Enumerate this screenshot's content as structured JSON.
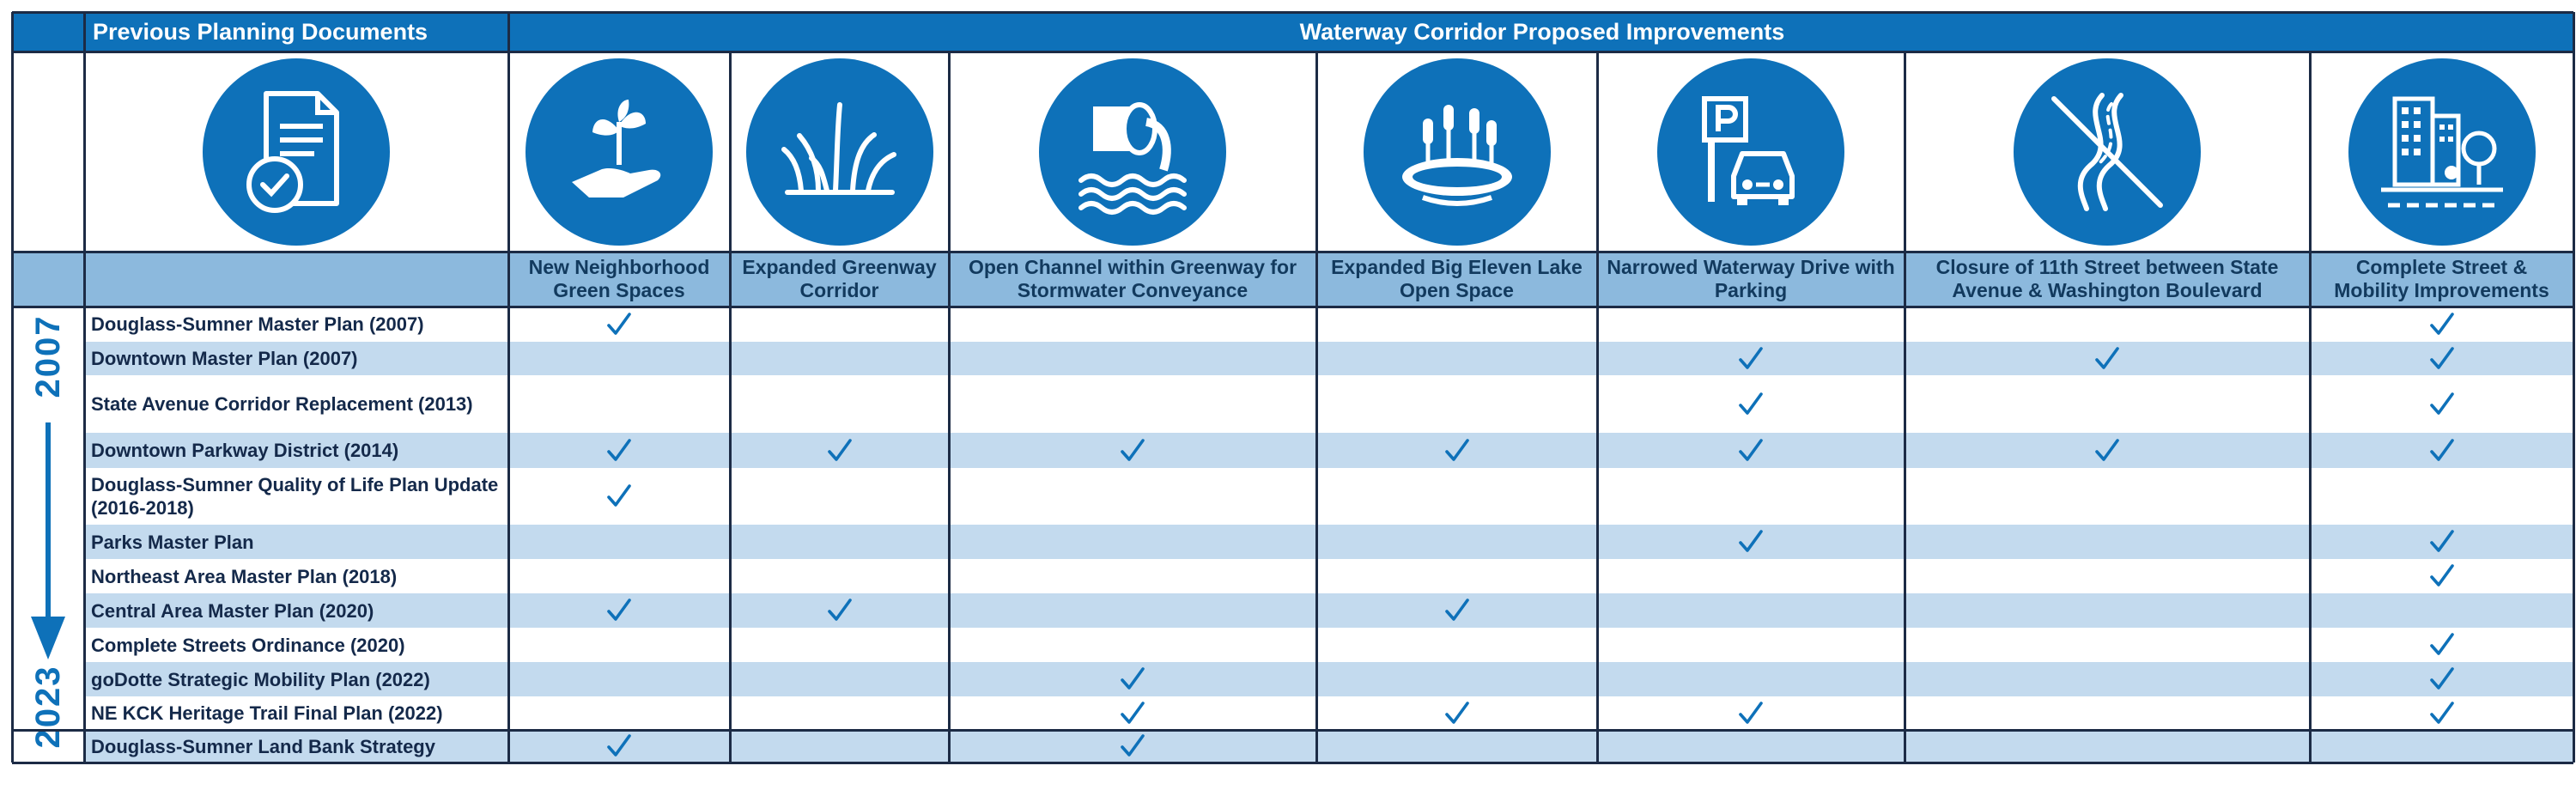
{
  "header": {
    "left_title": "Previous Planning Documents",
    "right_title": "Waterway Corridor Proposed Improvements"
  },
  "icons": {
    "documents": "document-check-icon",
    "columns": [
      "hand-plant-icon",
      "grass-icon",
      "drain-pipe-water-icon",
      "lake-cattails-icon",
      "parking-car-icon",
      "road-closed-icon",
      "city-street-icon"
    ]
  },
  "columns": [
    "New Neighborhood Green Spaces",
    "Expanded Greenway Corridor",
    "Open Channel within Greenway for Stormwater Conveyance",
    "Expanded Big Eleven Lake Open Space",
    "Narrowed Waterway Drive with Parking",
    "Closure of 11th Street between State Avenue & Washington Boulevard",
    "Complete Street & Mobility Improvements"
  ],
  "timeline": {
    "start_year": "2007",
    "end_year": "2023"
  },
  "rows": [
    {
      "name": "Douglass-Sumner Master Plan (2007)",
      "checks": [
        true,
        false,
        false,
        false,
        false,
        false,
        true
      ]
    },
    {
      "name": "Downtown Master Plan (2007)",
      "checks": [
        false,
        false,
        false,
        false,
        true,
        true,
        true
      ]
    },
    {
      "name": "State Avenue Corridor Replacement (2013)",
      "checks": [
        false,
        false,
        false,
        false,
        true,
        false,
        true
      ]
    },
    {
      "name": "Downtown Parkway District (2014)",
      "checks": [
        true,
        true,
        true,
        true,
        true,
        true,
        true
      ]
    },
    {
      "name": "Douglass-Sumner Quality of Life Plan Update (2016-2018)",
      "checks": [
        true,
        false,
        false,
        false,
        false,
        false,
        false
      ]
    },
    {
      "name": "Parks Master Plan",
      "checks": [
        false,
        false,
        false,
        false,
        true,
        false,
        true
      ]
    },
    {
      "name": "Northeast Area Master Plan (2018)",
      "checks": [
        false,
        false,
        false,
        false,
        false,
        false,
        true
      ]
    },
    {
      "name": "Central Area Master Plan (2020)",
      "checks": [
        true,
        true,
        false,
        true,
        false,
        false,
        false
      ]
    },
    {
      "name": "Complete Streets Ordinance (2020)",
      "checks": [
        false,
        false,
        false,
        false,
        false,
        false,
        true
      ]
    },
    {
      "name": "goDotte Strategic Mobility Plan (2022)",
      "checks": [
        false,
        false,
        true,
        false,
        false,
        false,
        true
      ]
    },
    {
      "name": "NE KCK Heritage Trail Final Plan (2022)",
      "checks": [
        false,
        false,
        true,
        true,
        true,
        false,
        true
      ]
    },
    {
      "name": "Douglass-Sumner Land Bank Strategy",
      "checks": [
        true,
        false,
        true,
        false,
        false,
        false,
        false
      ]
    }
  ],
  "colors": {
    "primary": "#0e71b9",
    "subheader": "#8cb9dd",
    "band": "#c3daee",
    "border": "#1c2b45",
    "text": "#14294a"
  }
}
